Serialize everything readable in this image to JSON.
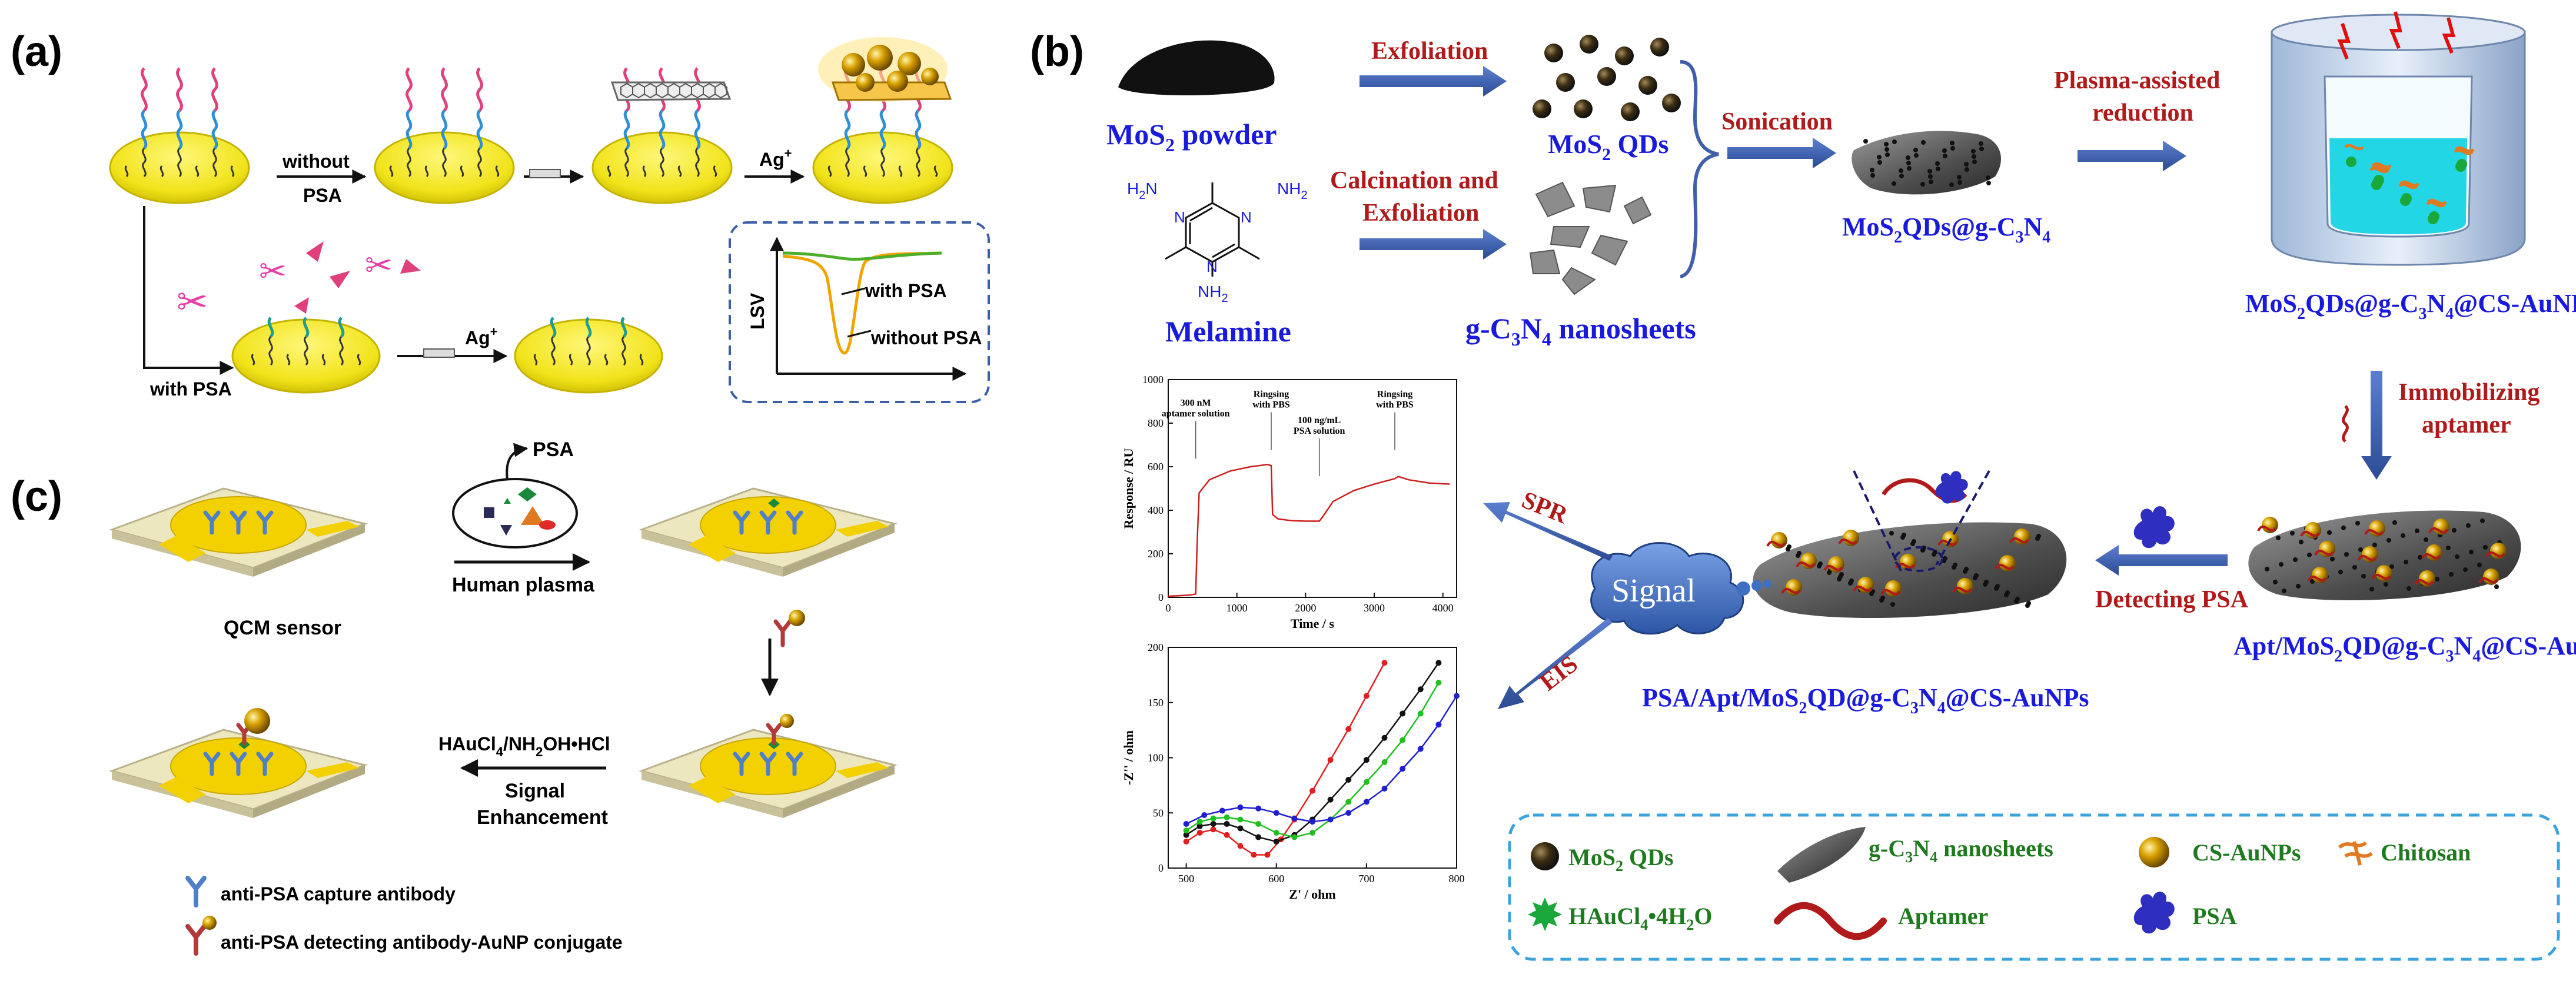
{
  "panel_a": {
    "label": "(a)",
    "without_psa_1": "without",
    "without_psa_2": "PSA",
    "with_psa": "with PSA",
    "ag1": "Ag",
    "ag1_sup": "+",
    "ag2": "Ag",
    "ag2_sup": "+",
    "lsv_ylabel": "LSV",
    "legend_with": "with PSA",
    "legend_without": "without PSA",
    "colors": {
      "pad": "#f3ec1c",
      "pad_edge": "#d8c800",
      "strand_top": "#e0407c",
      "strand_mid": "#2f8fd6",
      "strand_teal": "#1f9e8f",
      "with_line": "#4caf2a",
      "without_line": "#f0a400"
    }
  },
  "panel_b": {
    "label": "(b)",
    "mos2_powder": "MoS",
    "mos2_powder_sub": "2",
    "mos2_powder_tail": " powder",
    "exfoliation": "Exfoliation",
    "mos2_qds": "MoS",
    "mos2_qds_sub": "2",
    "mos2_qds_tail": " QDs",
    "melamine": "Melamine",
    "calc_1": "Calcination and",
    "calc_2": "Exfoliation",
    "gcn_a": "g-C",
    "gcn_sub1": "3",
    "gcn_b": "N",
    "gcn_sub2": "4",
    "gcn_tail": " nanosheets",
    "sonication": "Sonication",
    "composite_a": "MoS",
    "composite_s1": "2",
    "composite_b": "QDs@g-C",
    "composite_s2": "3",
    "composite_c": "N",
    "composite_s3": "4",
    "plasma_1": "Plasma-assisted",
    "plasma_2": "reduction",
    "csau_a": "MoS",
    "csau_s1": "2",
    "csau_b": "QDs@g-C",
    "csau_s2": "3",
    "csau_c": "N",
    "csau_s3": "4",
    "csau_d": "@CS-AuNPs",
    "immob_1": "Immobilizing",
    "immob_2": "aptamer",
    "apt_a": "Apt/MoS",
    "apt_s1": "2",
    "apt_b": "QD@g-C",
    "apt_s2": "3",
    "apt_c": "N",
    "apt_s3": "4",
    "apt_d": "@CS-AuNPs",
    "detecting": "Detecting  PSA",
    "psaapt_a": "PSA/Apt/MoS",
    "psaapt_s1": "2",
    "psaapt_b": "QD@g-C",
    "psaapt_s2": "3",
    "psaapt_c": "N",
    "psaapt_s3": "4",
    "psaapt_d": "@CS-AuNPs",
    "signal": "Signal",
    "spr": "SPR",
    "eis": "EIS",
    "nh2_1": "H",
    "nh2_1b": "N",
    "nh2_sub": "2",
    "nh2_2": "NH",
    "nh2_3": "NH",
    "n_atom": "N",
    "legend": {
      "mos2_a": "MoS",
      "mos2_s": "2",
      "mos2_b": " QDs",
      "gcn_a": "g-C",
      "gcn_s1": "3",
      "gcn_b": "N",
      "gcn_s2": "4",
      "gcn_c": " nanosheets",
      "csau": "CS-AuNPs",
      "chitosan": "Chitosan",
      "haucl_a": "HAuCl",
      "haucl_s": "4",
      "haucl_b": "•4H",
      "haucl_s2": "2",
      "haucl_c": "O",
      "aptamer": "Aptamer",
      "psa": "PSA"
    },
    "colors": {
      "label_blue": "#1a1adc",
      "label_red": "#b01a1a",
      "label_green": "#1f7a1f",
      "arrow": "#3f5fa8",
      "dashed": "#3aa3dc",
      "signal_fill": "#4a78c8"
    }
  },
  "panel_c": {
    "label": "(c)",
    "psa": "PSA",
    "human_plasma": "Human plasma",
    "qcm": "QCM sensor",
    "haucl_a": "HAuCl",
    "haucl_s1": "4",
    "haucl_b": "/NH",
    "haucl_s2": "2",
    "haucl_c": "OH•HCl",
    "signal_1": "Signal",
    "signal_2": "Enhancement",
    "legend_capture": "anti-PSA capture antibody",
    "legend_detect": "anti-PSA detecting  antibody-AuNP conjugate",
    "colors": {
      "plate": "#ede7bf",
      "plate_edge": "#b9b18a",
      "gold": "#f3d000",
      "antibody_blue": "#4f7fc8",
      "antibody_red": "#b23a3a"
    }
  },
  "chart_data": [
    {
      "type": "line",
      "xlabel": "Time / s",
      "ylabel": "Response / RU",
      "xlim": [
        0,
        4200
      ],
      "ylim": [
        0,
        1000
      ],
      "xticks": [
        "0",
        "1000",
        "2000",
        "3000",
        "4000"
      ],
      "yticks": [
        "0",
        "200",
        "400",
        "600",
        "800",
        "1000"
      ],
      "annotations": [
        {
          "text": [
            "300 nM",
            "aptamer solution"
          ],
          "x": 400,
          "y": 880
        },
        {
          "text": [
            "Ringsing",
            "with PBS"
          ],
          "x": 1500,
          "y": 920
        },
        {
          "text": [
            "100 ng/mL",
            "PSA solution"
          ],
          "x": 2200,
          "y": 800
        },
        {
          "text": [
            "Ringsing",
            "with PBS"
          ],
          "x": 3300,
          "y": 920
        }
      ],
      "series": [
        {
          "color": "#cc1f1f",
          "x": [
            0,
            300,
            400,
            420,
            450,
            600,
            900,
            1200,
            1450,
            1500,
            1520,
            1600,
            1800,
            2000,
            2200,
            2250,
            2400,
            2700,
            3000,
            3300,
            3350,
            3500,
            3800,
            4100
          ],
          "y": [
            5,
            10,
            15,
            240,
            480,
            540,
            580,
            600,
            610,
            605,
            380,
            360,
            352,
            350,
            350,
            370,
            440,
            490,
            520,
            545,
            555,
            540,
            525,
            520
          ]
        }
      ]
    },
    {
      "type": "scatter",
      "xlabel": "Z' / ohm",
      "ylabel": "-Z'' / ohm",
      "xlim": [
        480,
        800
      ],
      "ylim": [
        0,
        200
      ],
      "xticks": [
        "500",
        "600",
        "700",
        "800"
      ],
      "yticks": [
        "0",
        "50",
        "100",
        "150",
        "200"
      ],
      "series": [
        {
          "color": "#e02020",
          "x": [
            500,
            515,
            530,
            545,
            560,
            575,
            590,
            605,
            620,
            640,
            660,
            680,
            700,
            720
          ],
          "y": [
            24,
            32,
            35,
            30,
            20,
            12,
            12,
            26,
            44,
            70,
            98,
            126,
            156,
            186
          ]
        },
        {
          "color": "#111111",
          "x": [
            500,
            515,
            530,
            545,
            560,
            580,
            600,
            620,
            640,
            660,
            680,
            700,
            720,
            740,
            760,
            780
          ],
          "y": [
            30,
            38,
            40,
            40,
            36,
            28,
            24,
            30,
            44,
            62,
            80,
            98,
            118,
            140,
            162,
            186
          ]
        },
        {
          "color": "#20c020",
          "x": [
            500,
            515,
            530,
            545,
            560,
            580,
            600,
            620,
            640,
            660,
            680,
            700,
            720,
            740,
            760,
            780
          ],
          "y": [
            34,
            42,
            45,
            46,
            44,
            40,
            32,
            28,
            32,
            44,
            60,
            78,
            96,
            116,
            140,
            168
          ]
        },
        {
          "color": "#2020d0",
          "x": [
            500,
            520,
            540,
            560,
            580,
            600,
            620,
            640,
            660,
            680,
            700,
            720,
            740,
            760,
            780,
            800
          ],
          "y": [
            40,
            48,
            52,
            55,
            54,
            50,
            45,
            42,
            44,
            50,
            60,
            72,
            90,
            108,
            130,
            156
          ]
        }
      ]
    }
  ]
}
